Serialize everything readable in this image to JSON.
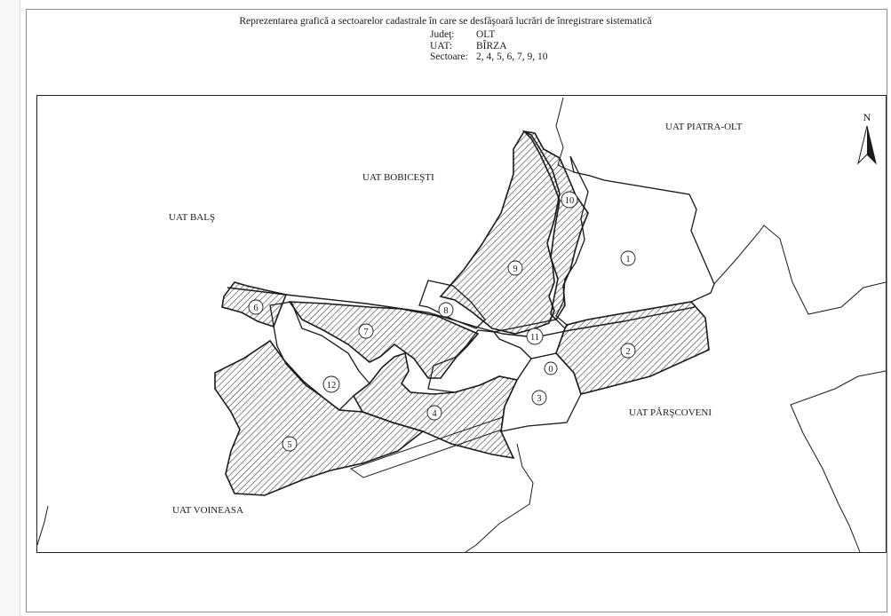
{
  "title": "Reprezentarea grafică a sectoarelor cadastrale în care se desfăşoară lucrări de înregistrare sistematică",
  "meta": {
    "judet_label": "Judeţ:",
    "judet_value": "OLT",
    "uat_label": "UAT:",
    "uat_value": "BÎRZA",
    "sectoare_label": "Sectoare:",
    "sectoare_value": "2, 4, 5, 6, 7, 9, 10"
  },
  "map": {
    "north_label": "N",
    "neighbors": {
      "piatra_olt": "UAT PIATRA-OLT",
      "bobicesti": "UAT BOBICEŞTI",
      "bals": "UAT BALŞ",
      "parscoveni": "UAT PÂRŞCOVENI",
      "voineasa": "UAT VOINEASA"
    },
    "sectors": {
      "s0": "0",
      "s1": "1",
      "s2": "2",
      "s3": "3",
      "s4": "4",
      "s5": "5",
      "s6": "6",
      "s7": "7",
      "s8": "8",
      "s9": "9",
      "s10": "10",
      "s11": "11",
      "s12": "12"
    },
    "hatched_sectors": [
      "2",
      "4",
      "5",
      "6",
      "7",
      "9",
      "10"
    ],
    "colors": {
      "outline": "#1a1a1a",
      "hatch": "#2a2a2a",
      "background": "#ffffff"
    }
  }
}
